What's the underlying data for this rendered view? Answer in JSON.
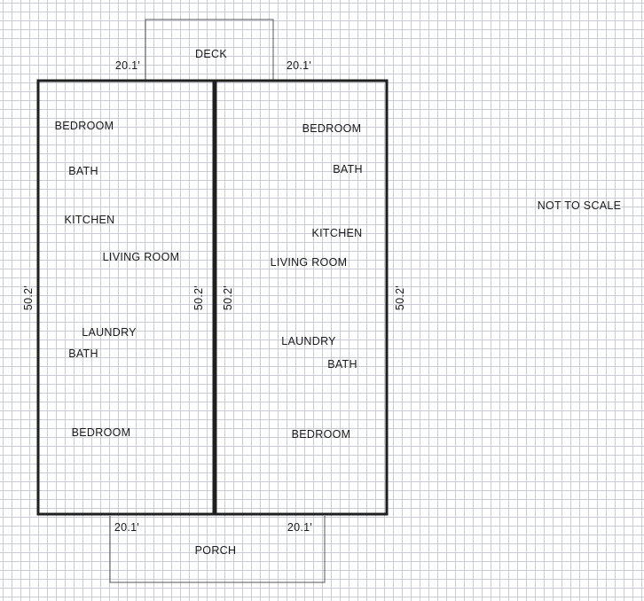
{
  "notes": {
    "scale": "NOT TO SCALE"
  },
  "deck": {
    "label": "DECK",
    "width_left": "20.1'",
    "width_right": "20.1'"
  },
  "porch": {
    "label": "PORCH",
    "width_left": "20.1'",
    "width_right": "20.1'"
  },
  "unit_left": {
    "length_outer": "50.2'",
    "length_inner": "50.2'",
    "rooms": [
      "BEDROOM",
      "BATH",
      "KITCHEN",
      "LIVING ROOM",
      "LAUNDRY",
      "BATH",
      "BEDROOM"
    ]
  },
  "unit_right": {
    "length_inner": "50.2'",
    "length_outer": "50.2'",
    "rooms": [
      "BEDROOM",
      "BATH",
      "KITCHEN",
      "LIVING ROOM",
      "LAUNDRY",
      "BATH",
      "BEDROOM"
    ]
  },
  "colors": {
    "grid": "#c9ccd6",
    "wall": "#1f1f1f",
    "text": "#1a1a1a"
  }
}
